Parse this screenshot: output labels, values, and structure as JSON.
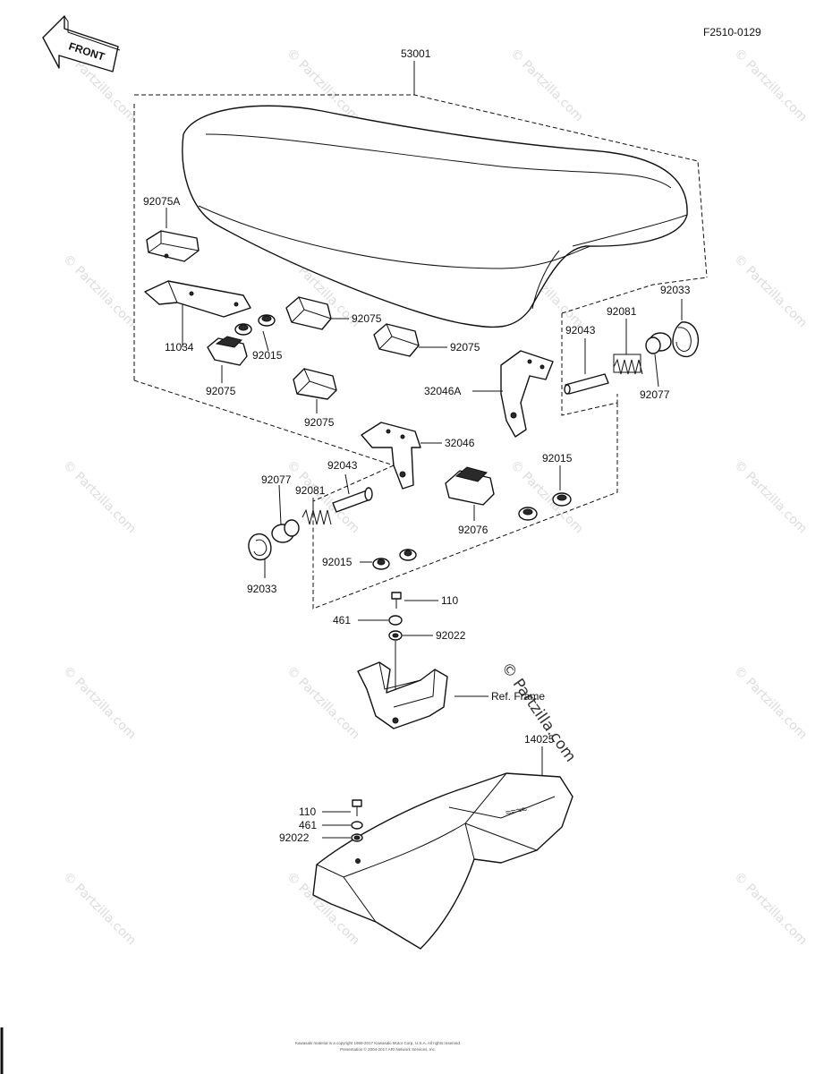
{
  "diagram_code": "F2510-0129",
  "front_badge": "FRONT",
  "parts": {
    "seat": "53001",
    "seat_damper_a": "92075A",
    "bracket_plate": "11034",
    "damper_1": "92075",
    "damper_2": "92075",
    "damper_3": "92075",
    "damper_4": "92075",
    "damper_5": "92076",
    "grommet_1": "92015",
    "grommet_2": "92015",
    "grommet_3": "92015",
    "stop_ring_right": "92033",
    "stop_ring_left": "92033",
    "spring_right": "92081",
    "spring_left": "92081",
    "pin_right": "92043",
    "pin_left": "92043",
    "collar_right": "92077",
    "collar_left": "92077",
    "hinge_a": "32046A",
    "hinge": "32046",
    "bolt_upper": "110",
    "washer_upper": "461",
    "washer_b_upper": "92022",
    "frame_ref": "Ref. Frame",
    "tail_cover": "14025",
    "bolt_lower": "110",
    "washer_lower": "461",
    "washer_b_lower": "92022"
  },
  "watermark": "© Partzilla.com",
  "footer": {
    "line1": "Kawasaki material is a copyright 1969-2017 Kawasaki Motor Corp, U.S.A. All rights reserved.",
    "line2": "Presentation © 2004-2017 ARI Network Services, Inc."
  }
}
